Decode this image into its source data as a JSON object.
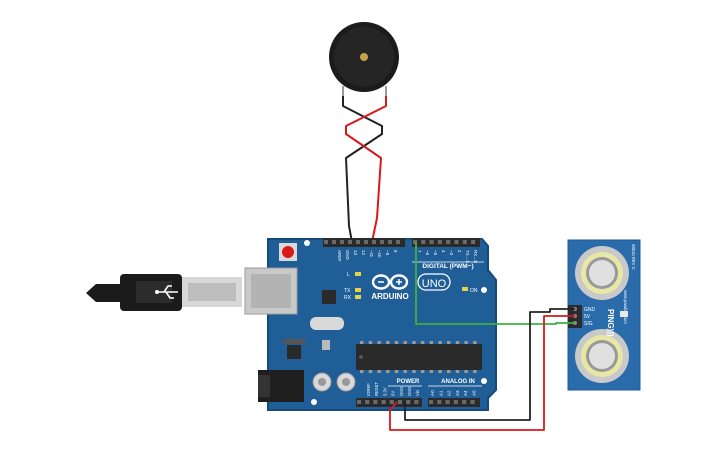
{
  "board": {
    "name": "UNO",
    "brand": "ARDUINO",
    "header_digital": "DIGITAL (PWM~)",
    "header_power": "POWER",
    "header_analog": "ANALOG IN",
    "led_on": "ON",
    "led_l": "L",
    "led_tx": "TX",
    "led_rx": "RX",
    "top_pins": [
      "AREF",
      "GND",
      "13",
      "12",
      "~11",
      "~10",
      "~9",
      "8",
      "7",
      "~6",
      "~5",
      "4",
      "~3",
      "2",
      "TX→1",
      "RX←0"
    ],
    "power_pins": [
      "IOREF",
      "RESET",
      "3.3V",
      "5V",
      "GND",
      "GND",
      "Vin"
    ],
    "analog_pins": [
      "A0",
      "A1",
      "A2",
      "A3",
      "A4",
      "A5"
    ]
  },
  "sensor": {
    "name": "PING)))",
    "pin_labels": [
      "GND",
      "5V",
      "SIG"
    ],
    "site": "www.parallax.com",
    "rev": "28015 REV C"
  },
  "colors": {
    "board": "#1f5e96",
    "board_edge": "#164a78",
    "sensor": "#2a6bab",
    "wire_red": "#d7191c",
    "wire_black": "#222222",
    "wire_green": "#3cb043",
    "buzzer": "#1b1b1b"
  },
  "components": [
    "piezo-buzzer",
    "arduino-uno",
    "usb-cable",
    "ultrasonic-sensor"
  ]
}
